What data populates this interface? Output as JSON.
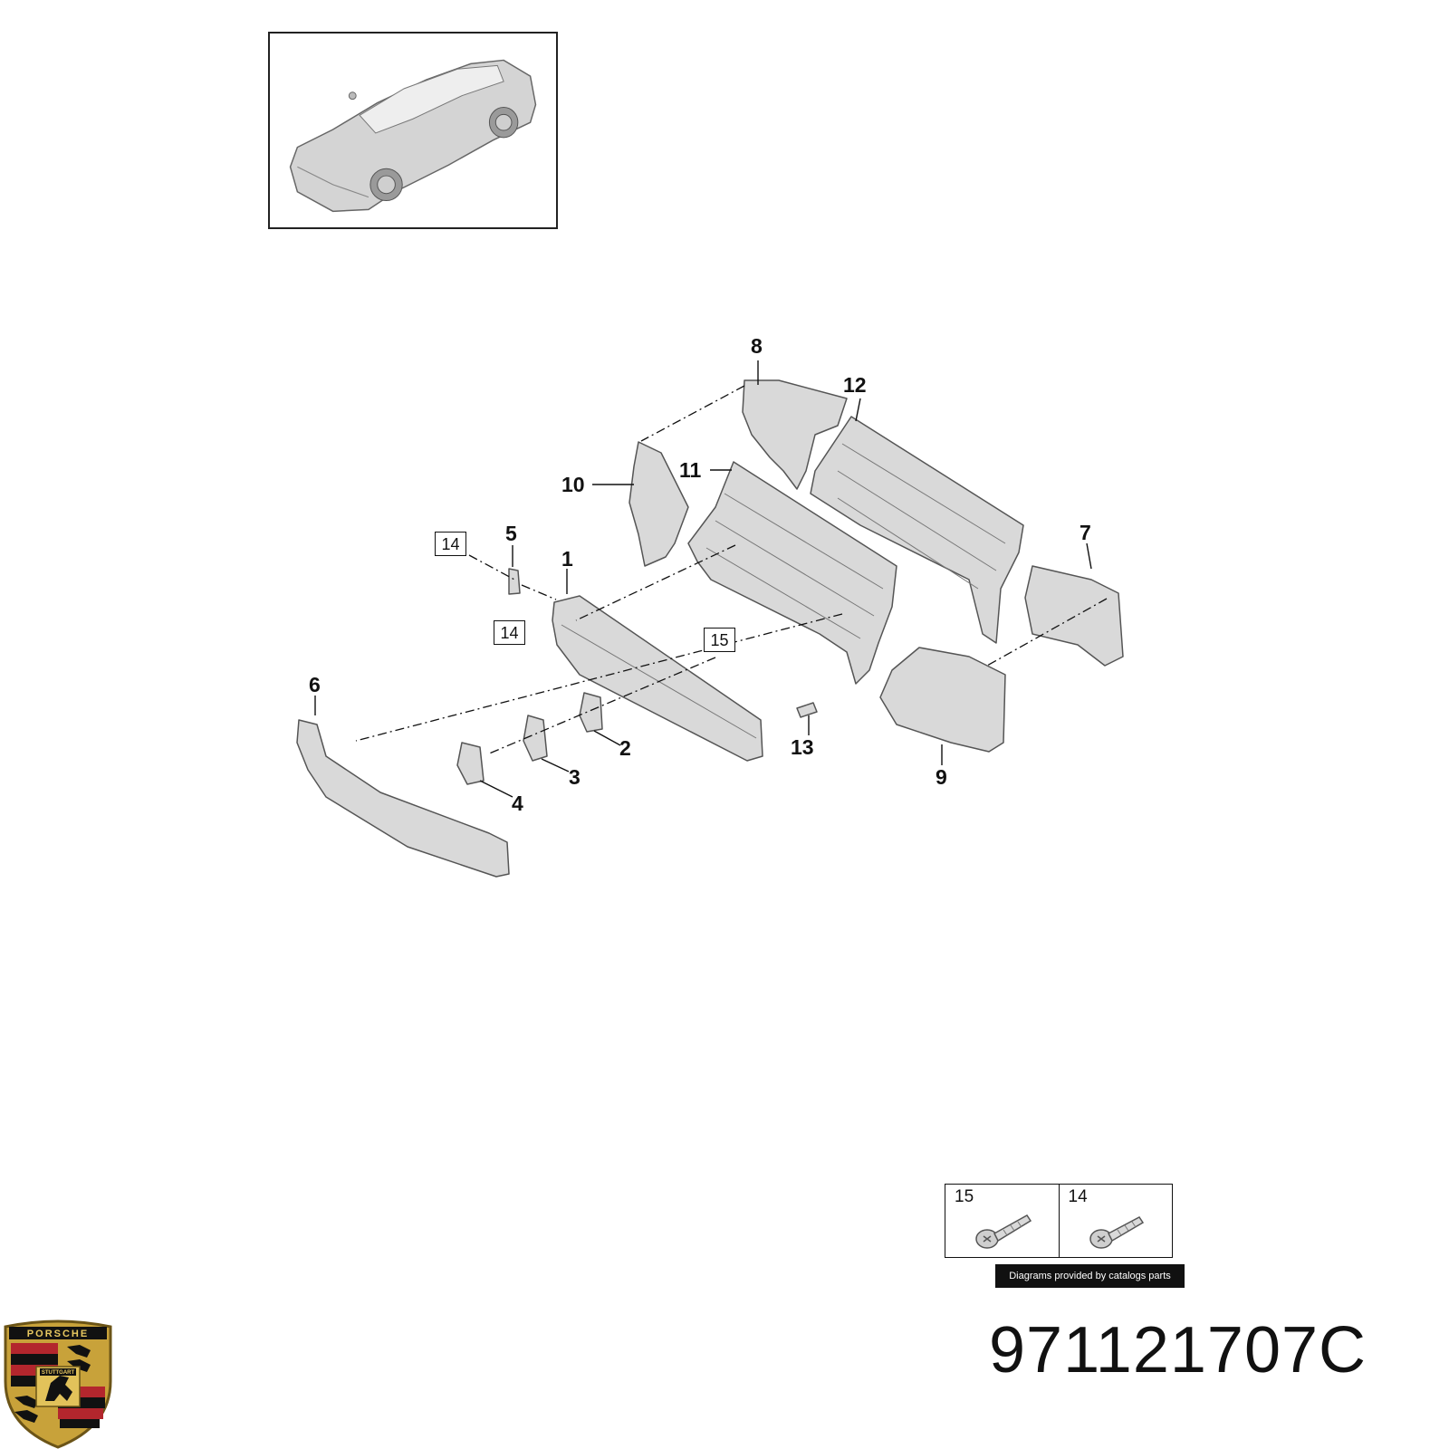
{
  "callouts": [
    "1",
    "2",
    "3",
    "4",
    "5",
    "6",
    "7",
    "8",
    "9",
    "10",
    "11",
    "12",
    "13"
  ],
  "boxed_callouts": [
    "14",
    "14",
    "15"
  ],
  "legend": {
    "left_number": "15",
    "right_number": "14",
    "left_icon": "screw-icon",
    "right_icon": "screw-icon"
  },
  "credit": "Diagrams provided by catalogs parts",
  "part_number": "971121707C",
  "logo": {
    "name": "porsche-crest",
    "text": "PORSCHE",
    "subtext": "STUTTGART"
  },
  "colors": {
    "part_fill": "#d9d9d9",
    "part_stroke": "#555555",
    "ink": "#111111",
    "crest_gold": "#c8a23a",
    "crest_red": "#b3262d",
    "crest_black": "#111111"
  }
}
